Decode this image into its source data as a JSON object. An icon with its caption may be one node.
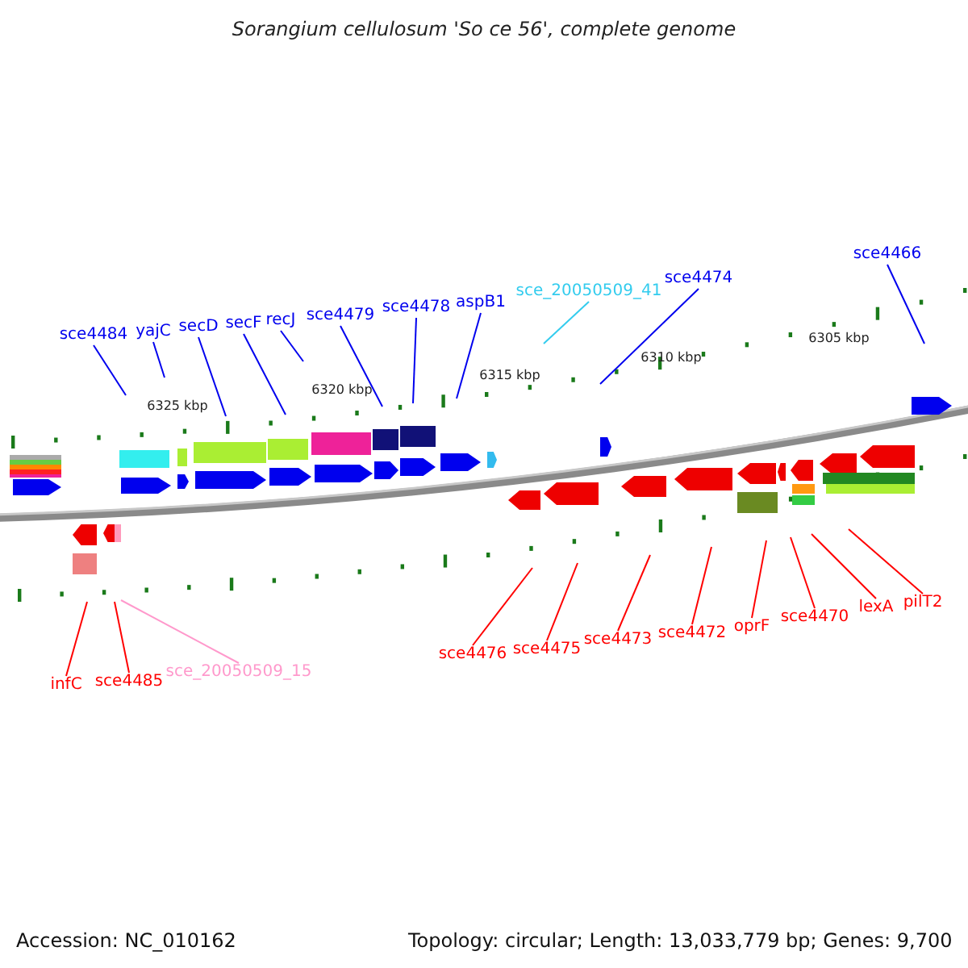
{
  "diagram": {
    "title": "Sorangium cellulosum 'So ce 56', complete genome",
    "nodes": [
      {
        "text": [
          "sce4484"
        ]
      },
      {
        "text": [
          "yajC"
        ]
      },
      {
        "text": [
          "secD"
        ]
      },
      {
        "text": [
          "secF"
        ]
      },
      {
        "text": [
          "recJ"
        ]
      },
      {
        "text": [
          "sce4479"
        ]
      },
      {
        "text": [
          "sce4478"
        ]
      },
      {
        "text": [
          "aspB1"
        ]
      },
      {
        "text": [
          "sce_20050509_41"
        ]
      },
      {
        "text": [
          "sce4474"
        ]
      },
      {
        "text": [
          "sce4466"
        ]
      },
      {
        "text": [
          "infC"
        ]
      },
      {
        "text": [
          "sce4485"
        ]
      },
      {
        "text": [
          "sce_20050509_15"
        ]
      },
      {
        "text": [
          "sce4476"
        ]
      },
      {
        "text": [
          "sce4475"
        ]
      },
      {
        "text": [
          "sce4473"
        ]
      },
      {
        "text": [
          "sce4472"
        ]
      },
      {
        "text": [
          "oprF"
        ]
      },
      {
        "text": [
          "sce4470"
        ]
      },
      {
        "text": [
          "lexA"
        ]
      },
      {
        "text": [
          "pilT2"
        ]
      }
    ],
    "edges": [
      {
        "from": 0,
        "to": null,
        "arrow": "none"
      },
      {
        "from": 1,
        "to": null,
        "arrow": "none"
      },
      {
        "from": 2,
        "to": null,
        "arrow": "none"
      },
      {
        "from": 3,
        "to": null,
        "arrow": "none"
      },
      {
        "from": 4,
        "to": null,
        "arrow": "none"
      },
      {
        "from": 5,
        "to": null,
        "arrow": "none"
      },
      {
        "from": 6,
        "to": null,
        "arrow": "none"
      },
      {
        "from": 7,
        "to": null,
        "arrow": "none"
      },
      {
        "from": 8,
        "to": null,
        "arrow": "none",
        "color": "#33ccee"
      },
      {
        "from": 9,
        "to": null,
        "arrow": "none"
      },
      {
        "from": 10,
        "to": null,
        "arrow": "none"
      },
      {
        "from": 11,
        "to": null,
        "arrow": "none",
        "color": "#ff0000"
      },
      {
        "from": 12,
        "to": null,
        "arrow": "none",
        "color": "#ff0000"
      },
      {
        "from": 13,
        "to": null,
        "arrow": "none",
        "color": "#ff99cc"
      },
      {
        "from": 14,
        "to": null,
        "arrow": "none",
        "color": "#ff0000"
      },
      {
        "from": 15,
        "to": null,
        "arrow": "none",
        "color": "#ff0000"
      },
      {
        "from": 16,
        "to": null,
        "arrow": "none",
        "color": "#ff0000"
      },
      {
        "from": 17,
        "to": null,
        "arrow": "none",
        "color": "#ff0000"
      },
      {
        "from": 18,
        "to": null,
        "arrow": "none",
        "color": "#ff0000"
      },
      {
        "from": 19,
        "to": null,
        "arrow": "none",
        "color": "#ff0000"
      },
      {
        "from": 20,
        "to": null,
        "arrow": "none",
        "color": "#ff0000"
      },
      {
        "from": 21,
        "to": null,
        "arrow": "none",
        "color": "#ff0000"
      }
    ],
    "labels": [
      "6325 kbp",
      "6320 kbp",
      "6315 kbp",
      "6310 kbp",
      "6305 kbp",
      "Accession: NC_010162",
      "Topology: circular; Length: 13,033,779 bp; Genes: 9,700"
    ]
  }
}
